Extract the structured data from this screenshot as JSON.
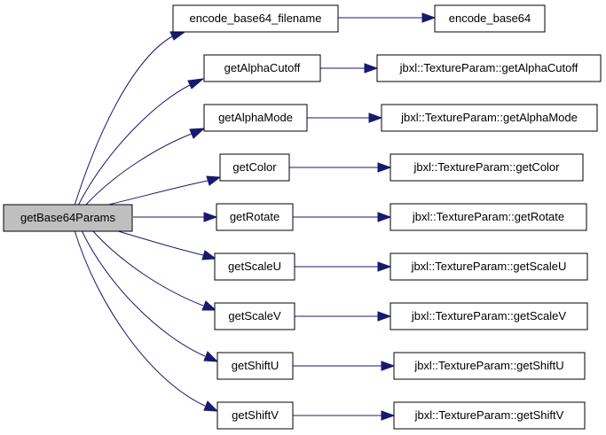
{
  "root": {
    "label": "getBase64Params"
  },
  "callees": [
    {
      "label": "encode_base64_filename"
    },
    {
      "label": "getAlphaCutoff"
    },
    {
      "label": "getAlphaMode"
    },
    {
      "label": "getColor"
    },
    {
      "label": "getRotate"
    },
    {
      "label": "getScaleU"
    },
    {
      "label": "getScaleV"
    },
    {
      "label": "getShiftU"
    },
    {
      "label": "getShiftV"
    }
  ],
  "targets": [
    {
      "label": "encode_base64"
    },
    {
      "label": "jbxl::TextureParam::getAlphaCutoff"
    },
    {
      "label": "jbxl::TextureParam::getAlphaMode"
    },
    {
      "label": "jbxl::TextureParam::getColor"
    },
    {
      "label": "jbxl::TextureParam::getRotate"
    },
    {
      "label": "jbxl::TextureParam::getScaleU"
    },
    {
      "label": "jbxl::TextureParam::getScaleV"
    },
    {
      "label": "jbxl::TextureParam::getShiftU"
    },
    {
      "label": "jbxl::TextureParam::getShiftV"
    }
  ],
  "colors": {
    "edge": "#191970",
    "root_fill": "#bfbfbf",
    "node_fill": "#ffffff",
    "border": "#000000"
  }
}
